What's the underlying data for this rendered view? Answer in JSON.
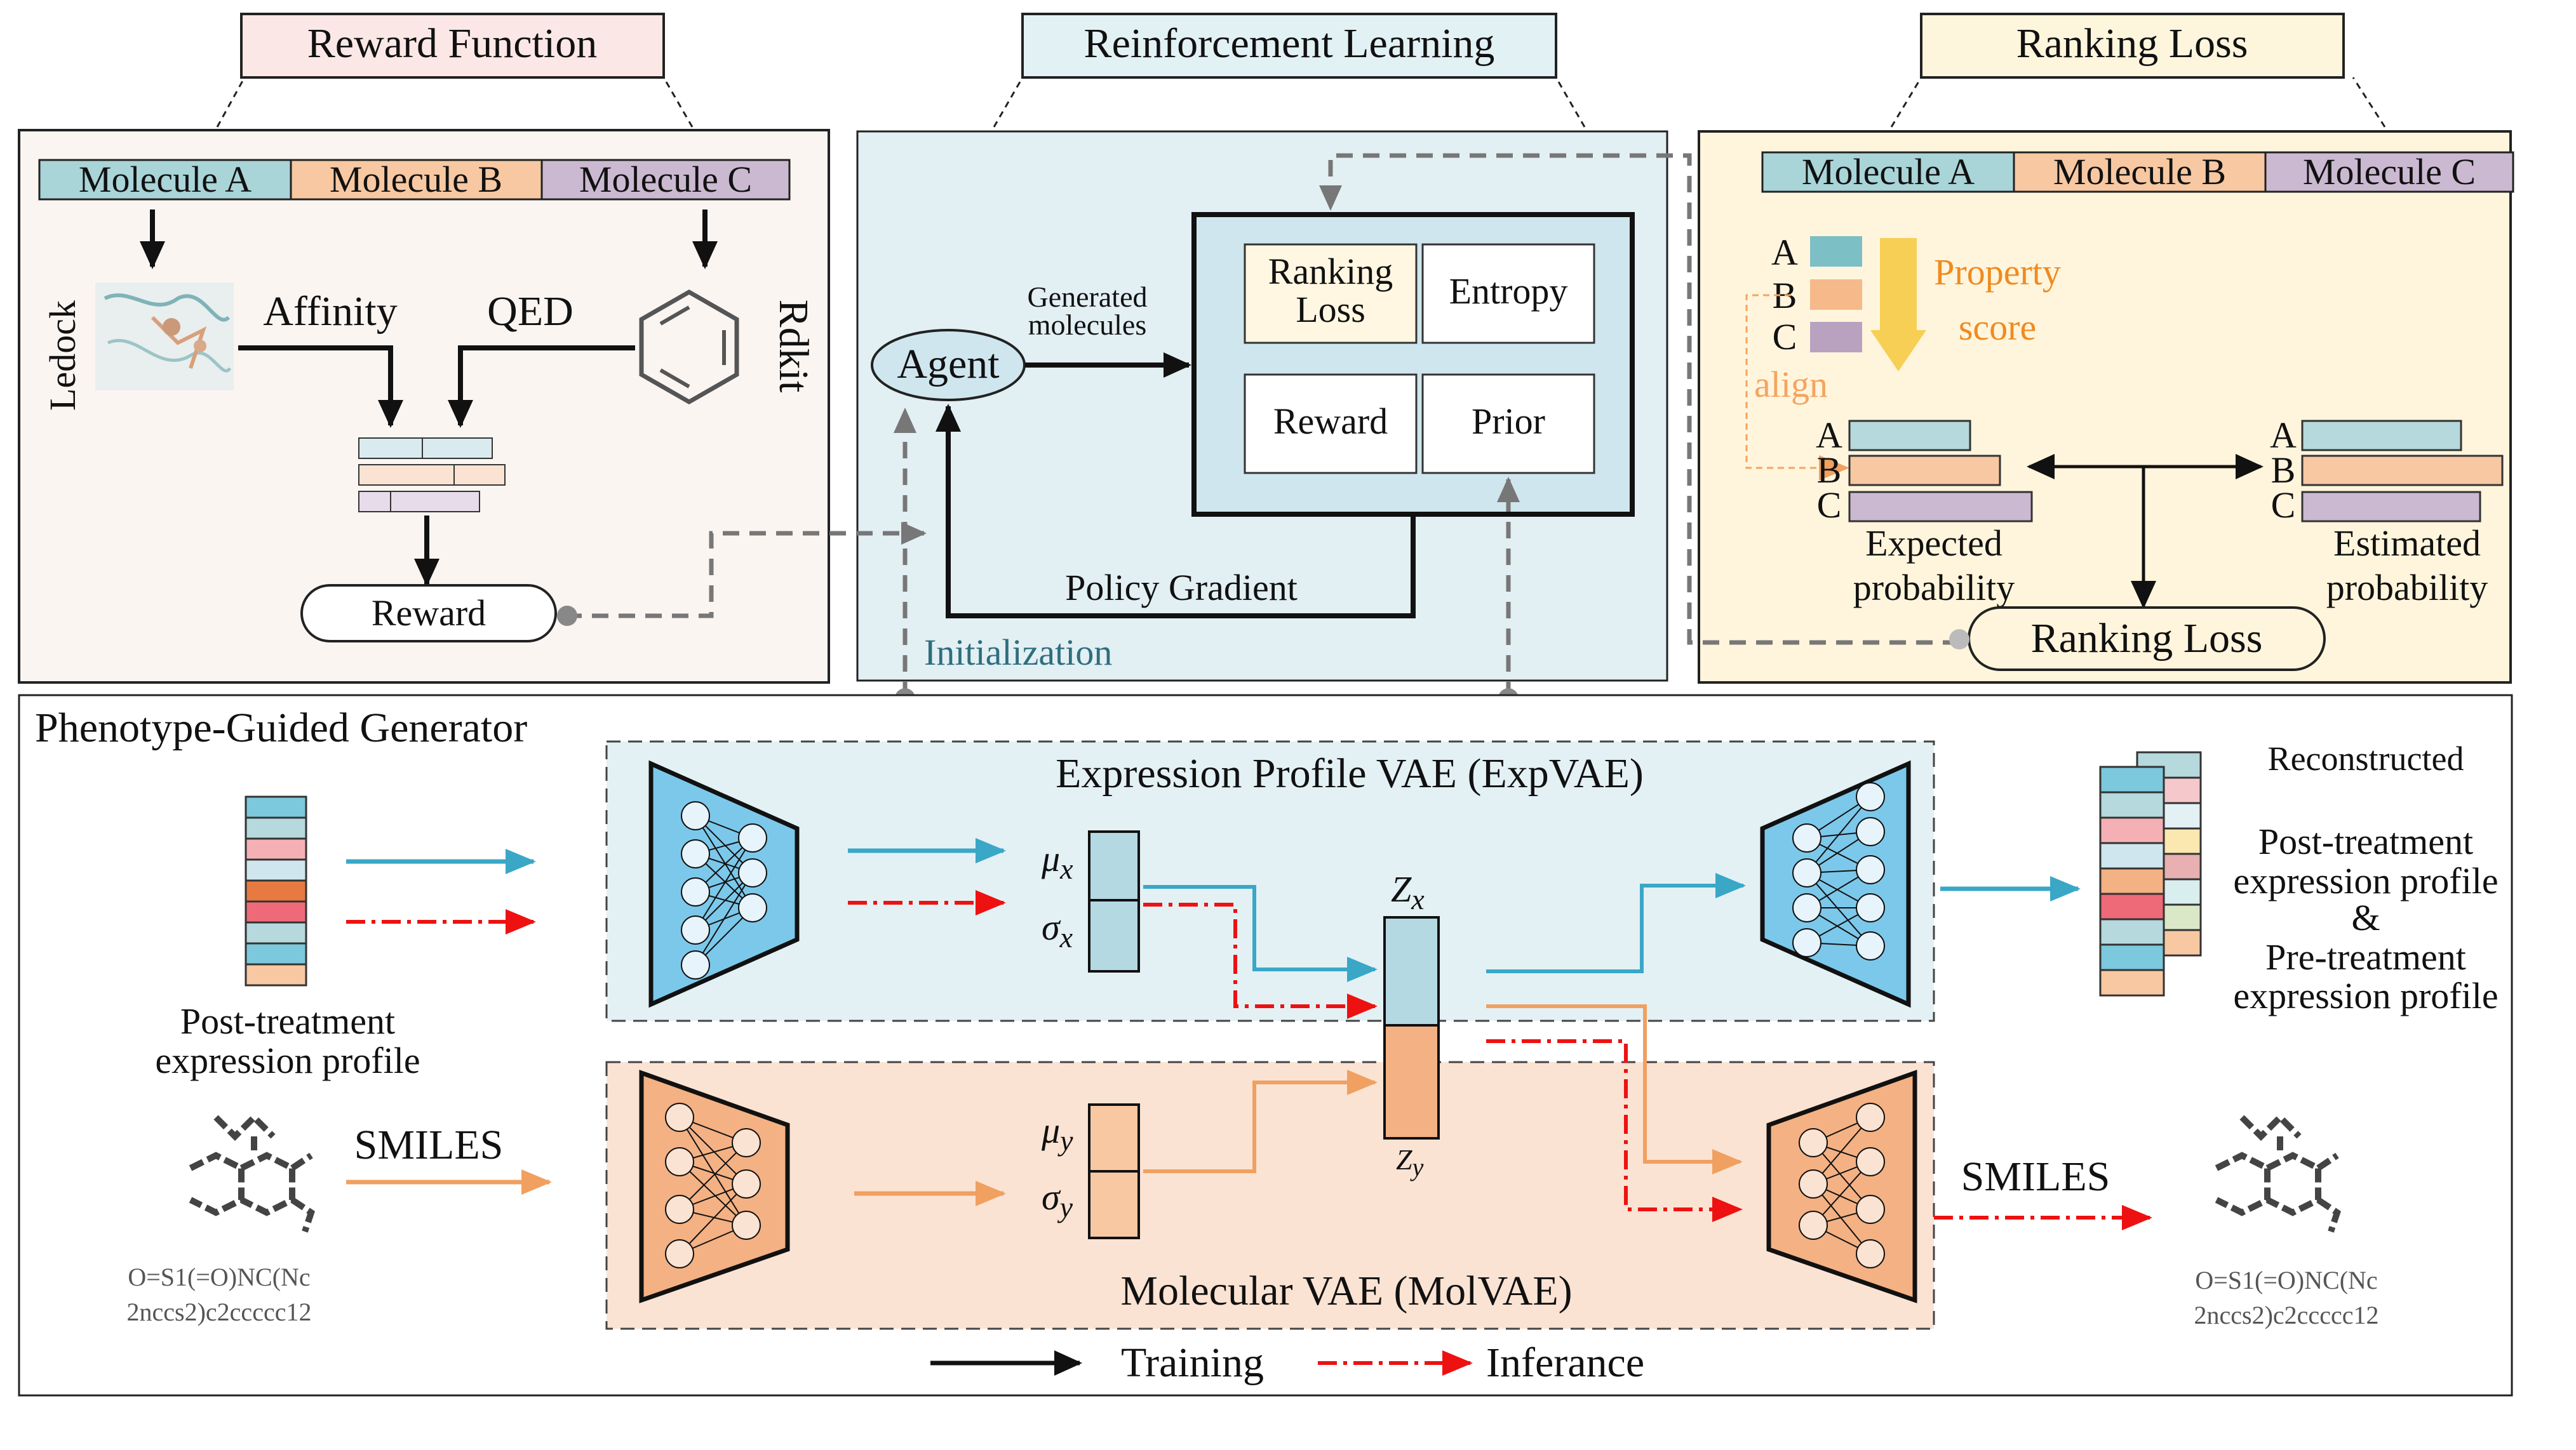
{
  "colors": {
    "reward_panel_bg": "#fbf5f2",
    "rl_panel_bg": "#e2eff3",
    "ranking_panel_bg": "#fff5dc",
    "exp_vae_bg": "#e3f1f5",
    "mol_vae_bg": "#fbe3d3",
    "mol_a": "#a9d4d8",
    "mol_b": "#f7c8a2",
    "mol_c": "#cbb9d1",
    "encoder_blue": "#7cc8ea",
    "encoder_orange": "#f4b183",
    "arrow_blue": "#3aa7c7",
    "arrow_orange": "#f0a060",
    "arrow_red": "#ee1111",
    "property_arrow": "#f8cf55",
    "property_text": "#f08a20",
    "align_text": "#f4a460",
    "init_text": "#2e6e7e",
    "connector_gray": "#777777"
  },
  "icons": [
    "down-arrow-icon",
    "benzene-ring-icon",
    "docking-image-icon",
    "molecule-structure-icon",
    "neural-network-icon",
    "connector-dot-icon"
  ],
  "reward": {
    "header": "Reward Function",
    "molecules": [
      "Molecule A",
      "Molecule B",
      "Molecule C"
    ],
    "ledock": "Ledock",
    "affinity": "Affinity",
    "qed": "QED",
    "rdkit": "Rdkit",
    "reward_label": "Reward"
  },
  "rl": {
    "header": "Reinforcement Learning",
    "agent": "Agent",
    "generated_line1": "Generated",
    "generated_line2": "molecules",
    "ranking_loss_line1": "Ranking",
    "ranking_loss_line2": "Loss",
    "entropy": "Entropy",
    "reward": "Reward",
    "prior": "Prior",
    "policy_gradient": "Policy Gradient",
    "initialization": "Initialization"
  },
  "ranking": {
    "header": "Ranking Loss",
    "molecules": [
      "Molecule A",
      "Molecule B",
      "Molecule C"
    ],
    "letters": [
      "A",
      "B",
      "C"
    ],
    "property_line1": "Property",
    "property_line2": "score",
    "align": "align",
    "expected_line1": "Expected",
    "expected_line2": "probability",
    "estimated_line1": "Estimated",
    "estimated_line2": "probability",
    "ranking_loss_label": "Ranking Loss"
  },
  "generator": {
    "title": "Phenotype-Guided Generator",
    "exp_vae_title": "Expression Profile VAE (ExpVAE)",
    "mol_vae_title": "Molecular VAE (MolVAE)",
    "post_line1": "Post-treatment",
    "post_line2": "expression profile",
    "smiles": "SMILES",
    "smiles_out": "SMILES",
    "smiles_string_line1": "O=S1(=O)NC(Nc",
    "smiles_string_line2": "2nccs2)c2ccccc12",
    "mu_x": "μ",
    "mu_x_sub": "x",
    "sigma_x": "σ",
    "sigma_x_sub": "x",
    "mu_y": "μ",
    "mu_y_sub": "y",
    "sigma_y": "σ",
    "sigma_y_sub": "y",
    "z": "Z",
    "z_x_sub": "x",
    "z_y_sub": "y",
    "reconstructed": "Reconstructed",
    "recon_line1": "Post-treatment",
    "recon_line2": "expression profile",
    "recon_amp": "&",
    "recon_line3": "Pre-treatment",
    "recon_line4": "expression profile"
  },
  "legend": {
    "training": "Training",
    "inference": "Inferance"
  }
}
